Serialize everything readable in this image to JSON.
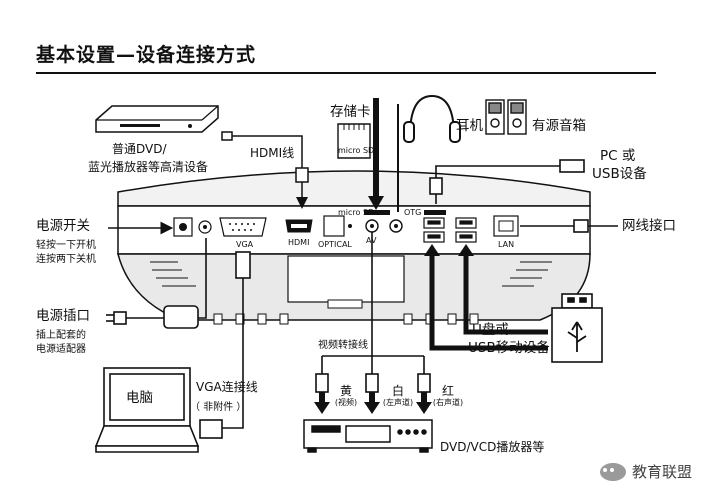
{
  "title": "基本设置—设备连接方式",
  "labels": {
    "storage_card": "存储卡",
    "headphones": "耳机",
    "speakers": "有源音箱",
    "dvd_line1": "普通DVD/",
    "dvd_line2": "蓝光播放器等高清设备",
    "hdmi_cable": "HDMI线",
    "pc_line1": "PC 或",
    "pc_line2": "USB设备",
    "power_switch": "电源开关",
    "power_switch_note1": "轻按一下开机",
    "power_switch_note2": "连按两下关机",
    "network_port": "网线接口",
    "power_socket": "电源插口",
    "power_socket_note1": "插上配套的",
    "power_socket_note2": "电源适配器",
    "video_cable": "视频转接线",
    "udisk_line1": "U盘或",
    "udisk_line2": "USB移动设备",
    "computer": "电脑",
    "vga_cable": "VGA连接线",
    "vga_cable_note": "（ 非附件 ）",
    "yellow": "黄",
    "yellow_sub": "(视频)",
    "white": "白",
    "white_sub": "(左声道)",
    "red": "红",
    "red_sub": "(右声道)",
    "dvd_vcd": "DVD/VCD播放器等",
    "watermark": "教育联盟"
  },
  "ports": {
    "vga": "VGA",
    "hdmi": "HDMI",
    "optical": "OPTICAL",
    "microsd": "micro SD",
    "av": "AV",
    "otg": "OTG",
    "lan": "LAN",
    "sd_card_text": "micro SD"
  }
}
